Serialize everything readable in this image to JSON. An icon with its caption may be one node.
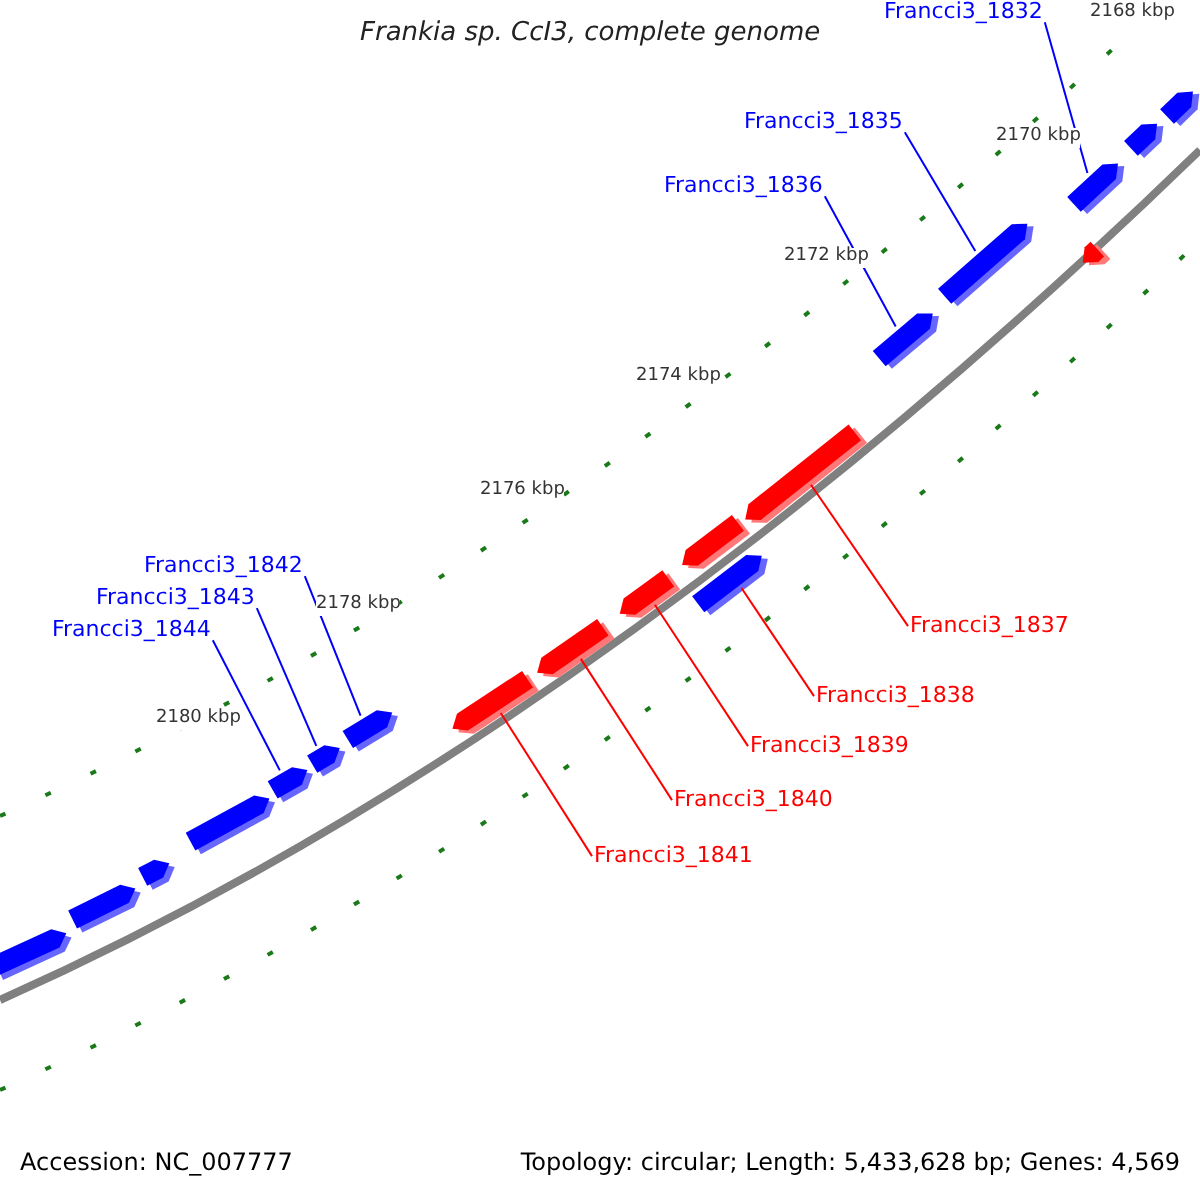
{
  "diagram": {
    "title": "Frankia sp. CcI3, complete genome",
    "nodes": [
      {
        "text": [
          "Francci3_1832"
        ]
      },
      {
        "text": [
          "Francci3_1835"
        ]
      },
      {
        "text": [
          "Francci3_1836"
        ]
      },
      {
        "text": [
          "Francci3_1842"
        ]
      },
      {
        "text": [
          "Francci3_1843"
        ]
      },
      {
        "text": [
          "Francci3_1837"
        ]
      },
      {
        "text": [
          "Francci3_1844"
        ]
      },
      {
        "text": [
          "Francci3_1838"
        ]
      },
      {
        "text": [
          "Francci3_1839"
        ]
      },
      {
        "text": [
          "Francci3_1840"
        ]
      },
      {
        "text": [
          "Francci3_1841"
        ]
      },
      {
        "text": [],
        "shape": "bar"
      },
      {
        "text": [],
        "shape": "bar"
      },
      {
        "text": [],
        "shape": "bar"
      },
      {
        "text": [],
        "shape": "bar"
      },
      {
        "text": [],
        "shape": "bar"
      },
      {
        "text": [],
        "shape": "bar"
      },
      {
        "text": [],
        "shape": "bar"
      },
      {
        "text": [],
        "shape": "bar"
      },
      {
        "text": [],
        "shape": "bar"
      },
      {
        "text": [],
        "shape": "bar"
      },
      {
        "text": [],
        "shape": "bar"
      },
      {
        "text": [],
        "shape": "bar"
      },
      {
        "text": [],
        "shape": "bar"
      },
      {
        "text": [],
        "shape": "bar"
      },
      {
        "text": [],
        "shape": "bar"
      },
      {
        "text": [],
        "shape": "bar"
      },
      {
        "text": [],
        "shape": "bar"
      },
      {
        "text": [],
        "shape": "bar"
      },
      {
        "text": [],
        "shape": "bar"
      }
    ],
    "edges": [
      {
        "from": 0,
        "to": 27,
        "arrow": "none"
      },
      {
        "from": 1,
        "to": 25,
        "arrow": "none"
      },
      {
        "from": 2,
        "to": 24,
        "arrow": "none"
      },
      {
        "from": 3,
        "to": 17,
        "arrow": "none"
      },
      {
        "from": 4,
        "to": 16,
        "arrow": "none"
      },
      {
        "from": 5,
        "to": 23,
        "arrow": "none",
        "color": "#ff0000"
      },
      {
        "from": 6,
        "to": 15,
        "arrow": "none"
      },
      {
        "from": 7,
        "to": 22,
        "arrow": "none",
        "color": "#ff0000"
      },
      {
        "from": 8,
        "to": 20,
        "arrow": "none",
        "color": "#ff0000"
      },
      {
        "from": 9,
        "to": 19,
        "arrow": "none",
        "color": "#ff0000"
      },
      {
        "from": 10,
        "to": 18,
        "arrow": "none",
        "color": "#ff0000"
      }
    ],
    "labels": [
      "2168 kbp",
      "2170 kbp",
      "2172 kbp",
      "2174 kbp",
      "2176 kbp",
      "2178 kbp",
      "2180 kbp",
      "Accession: NC_007777",
      "Topology: circular; Length: 5,433,628 bp; Genes: 4,569"
    ]
  }
}
